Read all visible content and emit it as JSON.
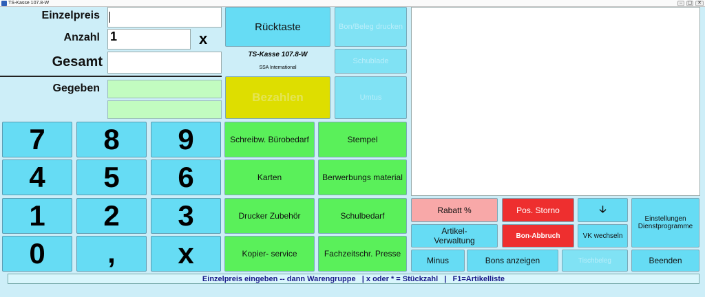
{
  "window": {
    "title": "TS-Kasse 107.8-W",
    "min": "–",
    "max": "▢",
    "close": "✕"
  },
  "inputs": {
    "einzelpreis_label": "Einzelpreis",
    "einzelpreis_value": "",
    "anzahl_label": "Anzahl",
    "anzahl_value": "1",
    "times_symbol": "x",
    "gesamt_label": "Gesamt",
    "gesamt_value": "",
    "gegeben_label": "Gegeben",
    "gegeben_value": "",
    "rueckgeld_value": ""
  },
  "app_info": {
    "name": "TS-Kasse 107.8-W",
    "company": "SSA International"
  },
  "top_buttons": {
    "ruecktaste": "Rücktaste",
    "bezahlen": "Bezahlen",
    "bon_drucken": "Bon/Beleg drucken",
    "schublade": "Schublade",
    "umtausch": "Umtus"
  },
  "keypad": [
    "7",
    "8",
    "9",
    "4",
    "5",
    "6",
    "1",
    "2",
    "3",
    "0",
    ",",
    "x"
  ],
  "categories": [
    "Schreibw. Bürobedarf",
    "Stempel",
    "Karten",
    "Berwerbungs material",
    "Drucker Zubehör",
    "Schulbedarf",
    "Kopier- service",
    "Fachzeitschr. Presse"
  ],
  "actions": {
    "rabatt": "Rabatt %",
    "pos_storno": "Pos. Storno",
    "arrow": "🡣",
    "einstellungen": "Einstellungen Dienstprogramme",
    "artikel_verwaltung": "Artikel- Verwaltung",
    "bon_abbruch": "Bon-Abbruch",
    "vk_wechseln": "VK wechseln",
    "minus": "Minus",
    "bons_anzeigen": "Bons anzeigen",
    "disabled_btn": "Tischbeleg",
    "beenden": "Beenden"
  },
  "status": "Einzelpreis eingeben -- dann Warengruppe   | x oder * = Stückzahl   |   F1=Artikelliste",
  "colors": {
    "keypad": "#66dcf4",
    "category": "#5af05a",
    "bezahlen": "#dede00",
    "danger": "#ee2f2f"
  }
}
